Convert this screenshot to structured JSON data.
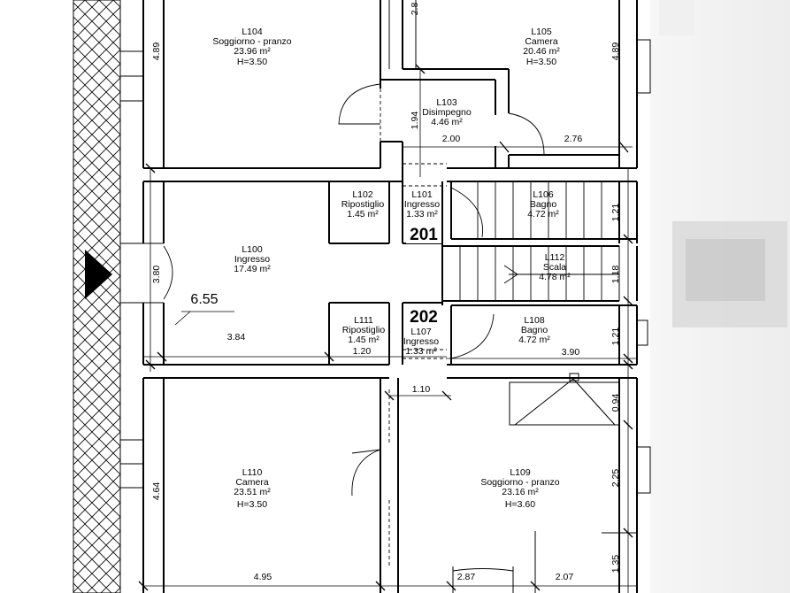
{
  "rooms": [
    {
      "code": "L104",
      "name": "Soggiorno - pranzo",
      "area": "23.96 m²",
      "height": "H=3.50"
    },
    {
      "code": "L105",
      "name": "Camera",
      "area": "20.46 m²",
      "height": "H=3.50"
    },
    {
      "code": "L103",
      "name": "Disimpegno",
      "area": "4.46 m²",
      "height": ""
    },
    {
      "code": "L102",
      "name": "Ripostiglio",
      "area": "1.45 m²",
      "height": ""
    },
    {
      "code": "L101",
      "name": "Ingresso",
      "area": "1.33 m²",
      "height": ""
    },
    {
      "code": "L106",
      "name": "Bagno",
      "area": "4.72 m²",
      "height": ""
    },
    {
      "code": "L100",
      "name": "Ingresso",
      "area": "17.49 m²",
      "height": ""
    },
    {
      "code": "L112",
      "name": "Scala",
      "area": "4.78 m²",
      "height": ""
    },
    {
      "code": "L111",
      "name": "Ripostiglio",
      "area": "1.45 m²",
      "height": ""
    },
    {
      "code": "L107",
      "name": "Ingresso",
      "area": "1.33 m²",
      "height": ""
    },
    {
      "code": "L108",
      "name": "Bagno",
      "area": "4.72 m²",
      "height": ""
    },
    {
      "code": "L110",
      "name": "Camera",
      "area": "23.51 m²",
      "height": "H=3.50"
    },
    {
      "code": "L109",
      "name": "Soggiorno - pranzo",
      "area": "23.16 m²",
      "height": "H=3.60"
    }
  ],
  "unit_numbers": {
    "upper": "201",
    "lower": "202"
  },
  "level": "6.55",
  "dimensions": {
    "d_2_8": "2.8",
    "d_4_89_left": "4.89",
    "d_4_89_right": "4.89",
    "d_1_94": "1.94",
    "d_2_00": "2.00",
    "d_2_76": "2.76",
    "d_1_21_top": "1.21",
    "d_3_80": "3.80",
    "d_1_18": "1.18",
    "d_3_84": "3.84",
    "d_1_21_bottom": "1.21",
    "d_1_20": "1.20",
    "d_3_90": "3.90",
    "d_1_10": "1.10",
    "d_0_94": "0.94",
    "d_4_64": "4.64",
    "d_2_25": "2.25",
    "d_4_95": "4.95",
    "d_2_87": "2.87",
    "d_2_07": "2.07",
    "d_1_35": "1.35"
  }
}
